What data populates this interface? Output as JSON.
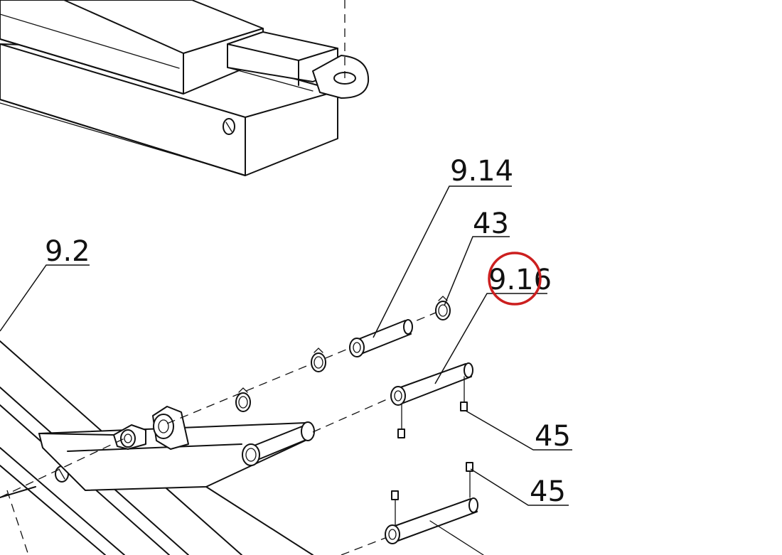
{
  "callouts": [
    {
      "id": "callout-9-14",
      "label": "9.14"
    },
    {
      "id": "callout-43",
      "label": "43"
    },
    {
      "id": "callout-9-16",
      "label": "9.16"
    },
    {
      "id": "callout-9-2",
      "label": "9.2"
    },
    {
      "id": "callout-45-upper",
      "label": "45"
    },
    {
      "id": "callout-45-lower",
      "label": "45"
    }
  ],
  "highlight": {
    "color": "#cc1f1f",
    "target": "9.16"
  }
}
